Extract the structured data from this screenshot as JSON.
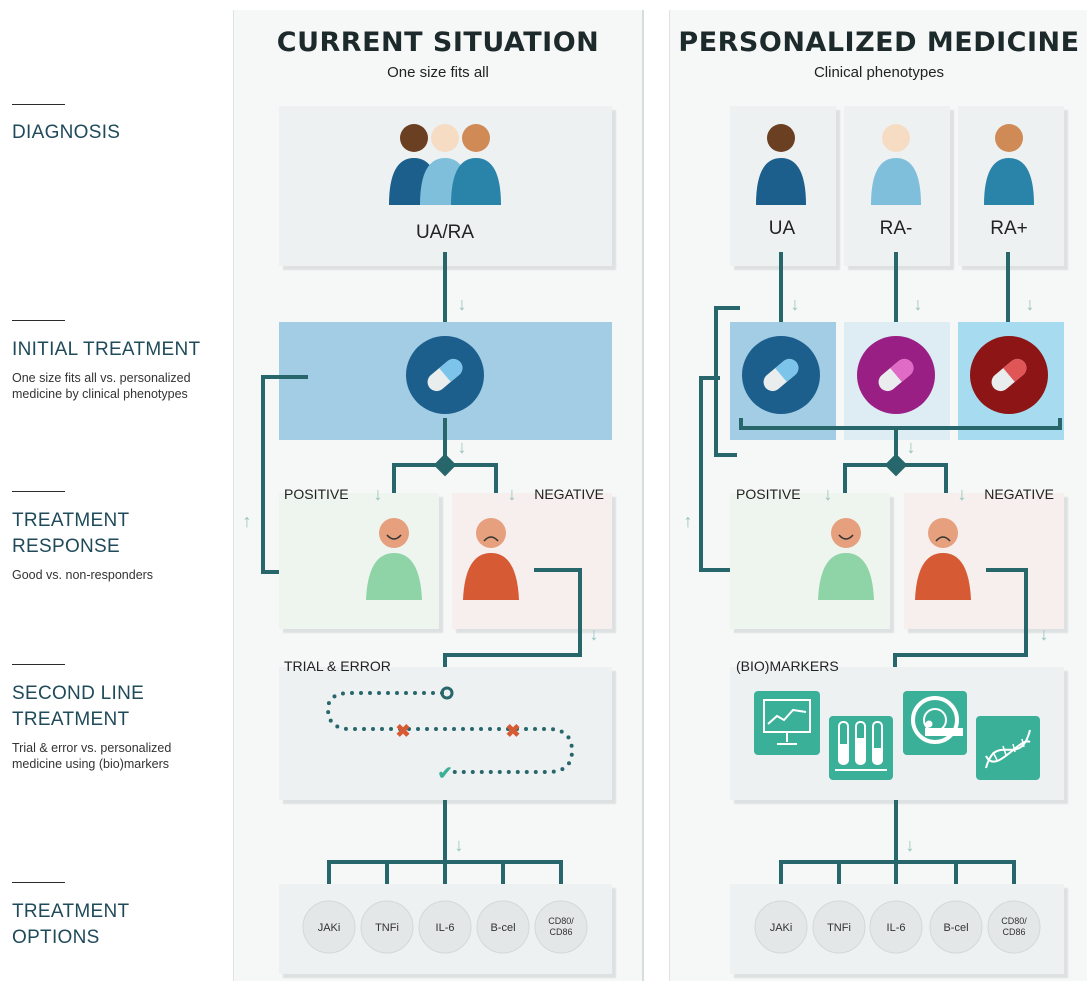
{
  "rows": [
    {
      "title": "DIAGNOSIS",
      "subtitle": ""
    },
    {
      "title": "INITIAL TREATMENT",
      "subtitle": "One size fits all vs. personalized medicine by clinical phenotypes"
    },
    {
      "title": "TREATMENT RESPONSE",
      "subtitle": "Good vs. non-responders"
    },
    {
      "title": "SECOND LINE TREATMENT",
      "subtitle": "Trial & error vs. personalized medicine using (bio)markers"
    },
    {
      "title": "TREATMENT OPTIONS",
      "subtitle": ""
    }
  ],
  "left_panel": {
    "title": "CURRENT SITUATION",
    "subtitle": "One size fits all",
    "diagnosis_label": "UA/RA",
    "positive": "POSITIVE",
    "negative": "NEGATIVE",
    "second_line": "TRIAL & ERROR",
    "options": [
      "JAKi",
      "TNFi",
      "IL-6",
      "B-cel",
      "CD80/ CD86"
    ]
  },
  "right_panel": {
    "title": "PERSONALIZED MEDICINE",
    "subtitle": "Clinical phenotypes",
    "phenotypes": [
      "UA",
      "RA-",
      "RA+"
    ],
    "positive": "POSITIVE",
    "negative": "NEGATIVE",
    "second_line": "(BIO)MARKERS",
    "options": [
      "JAKi",
      "TNFi",
      "IL-6",
      "B-cel",
      "CD80/ CD86"
    ]
  },
  "colors": {
    "teal_line": "#27676b",
    "arrow": "#93c3bb",
    "dark_blue": "#1c5e8c",
    "light_blue": "#7fbfdc",
    "mid_blue": "#2a84aa",
    "positive_green": "#8fd4a6",
    "negative_orange": "#d65a34",
    "marker_green": "#3bb098"
  }
}
